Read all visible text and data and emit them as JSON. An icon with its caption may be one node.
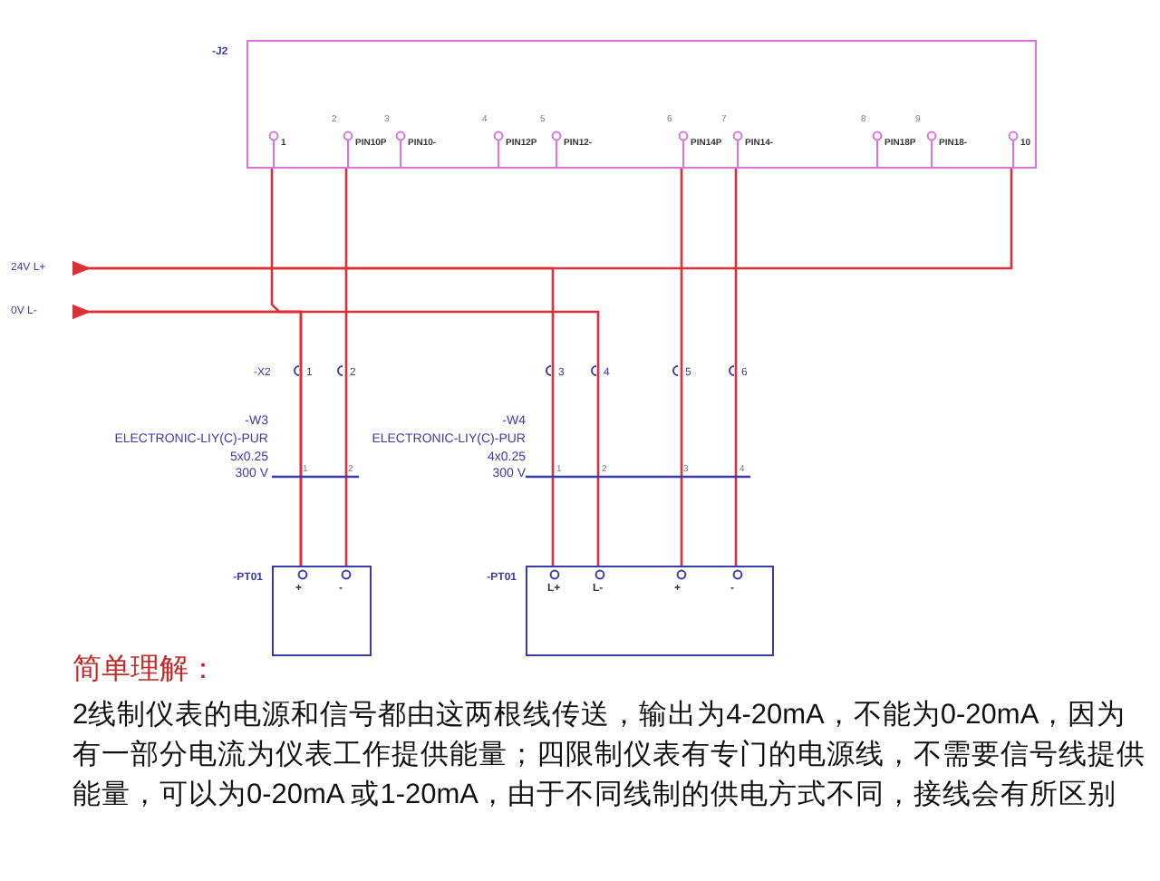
{
  "diagram": {
    "nodes": [
      {
        "text": [
          "-J2",
          "1",
          "PIN10P",
          "2",
          "PIN10-",
          "3",
          "PIN12P",
          "4",
          "PIN12-",
          "5",
          "PIN14P",
          "6",
          "PIN14-",
          "7",
          "PIN18P",
          "8",
          "PIN18-",
          "9",
          "10"
        ]
      },
      {
        "text": [
          "24V L+"
        ]
      },
      {
        "text": [
          "0V L-"
        ]
      },
      {
        "text": [
          "-PT01",
          "+",
          "-"
        ]
      },
      {
        "text": [
          "-PT01",
          "L+",
          "L-",
          "+",
          "-"
        ]
      }
    ],
    "edges": [
      {
        "from": 0,
        "to": 1,
        "arrow": "to"
      },
      {
        "from": 4,
        "to": 1,
        "arrow": "to"
      },
      {
        "from": 4,
        "to": 2,
        "arrow": "to"
      },
      {
        "from": 3,
        "to": 2,
        "arrow": "to"
      },
      {
        "from": 0,
        "to": 3,
        "arrow": "none"
      },
      {
        "from": 0,
        "to": 3,
        "arrow": "none"
      },
      {
        "from": 0,
        "to": 4,
        "arrow": "none"
      },
      {
        "from": 0,
        "to": 4,
        "arrow": "none"
      }
    ],
    "labels": [
      "-X2",
      "1",
      "2",
      "3",
      "4",
      "5",
      "6",
      "-W3",
      "ELECTRONIC-LIY(C)-PUR",
      "5x0.25",
      "300 V",
      "1",
      "2",
      "-W4",
      "ELECTRONIC-LIY(C)-PUR",
      "4x0.25",
      "300 V",
      "1",
      "2",
      "3",
      "4",
      "简单理解：",
      "2线制仪表的电源和信号都由这两根线传送，输出为4-20mA，不能为0-20mA，因为有一部分电流为仪表工作提供能量；四限制仪表有专门的电源线，不需要信号线提供能量，可以为0-20mA 或1-20mA，由于不同线制的供电方式不同，接线会有所区别"
    ]
  }
}
